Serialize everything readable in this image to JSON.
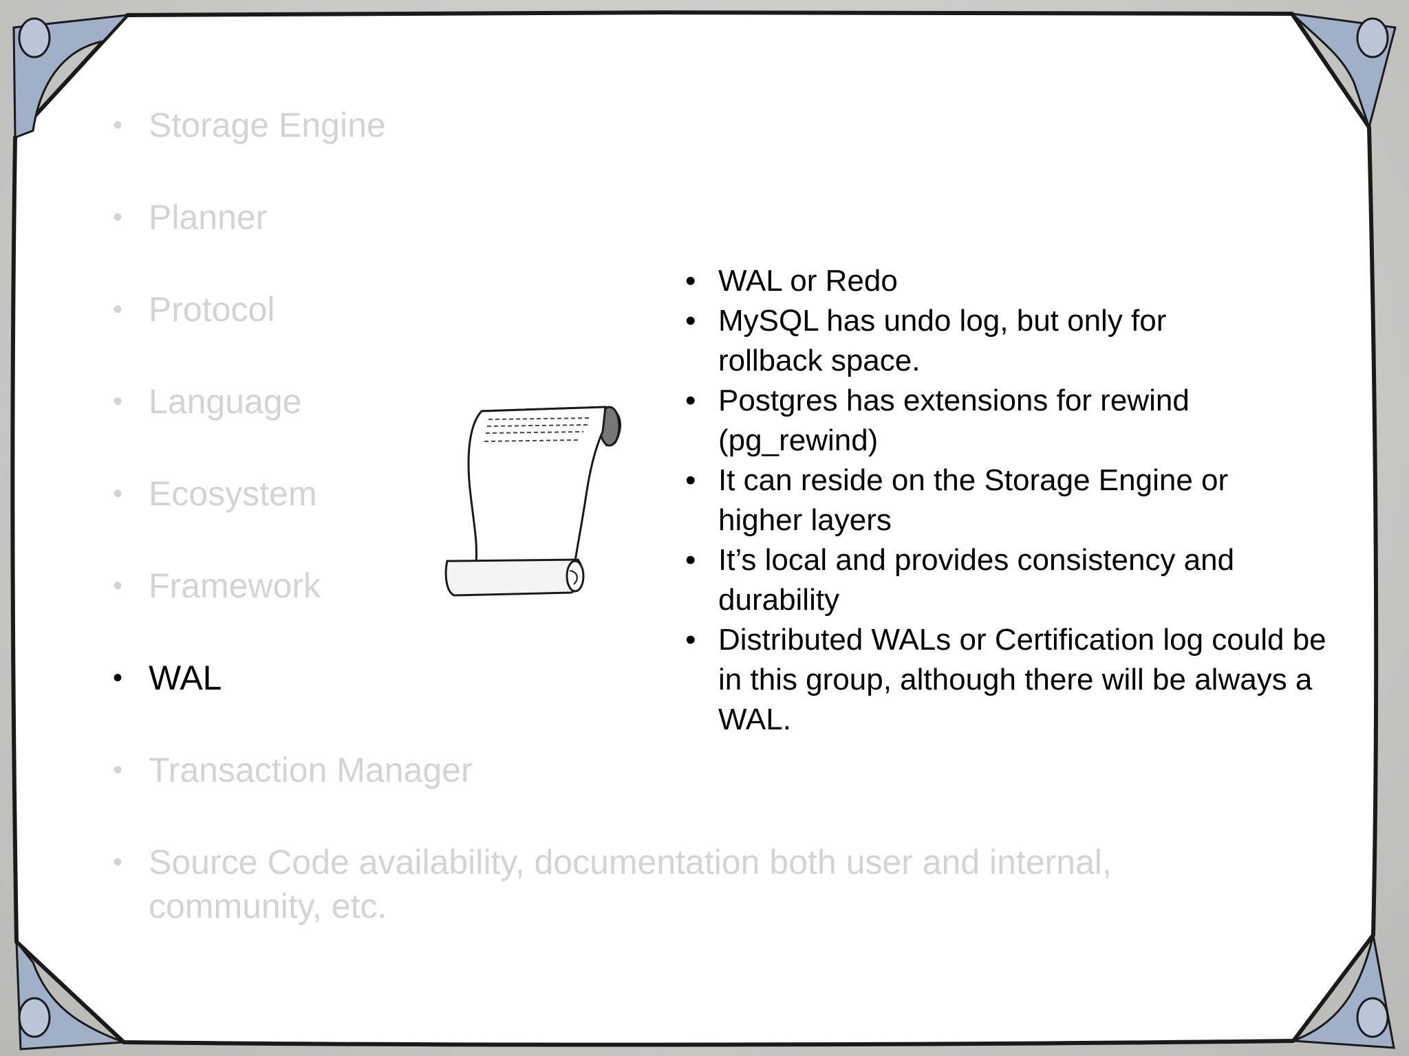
{
  "outline": {
    "items": [
      {
        "label": "Storage Engine",
        "state": "dimmed"
      },
      {
        "label": "Planner",
        "state": "dimmed"
      },
      {
        "label": "Protocol",
        "state": "dimmed"
      },
      {
        "label": "Language",
        "state": "dimmed"
      },
      {
        "label": "Ecosystem",
        "state": "dimmed"
      },
      {
        "label": "Framework",
        "state": "dimmed"
      },
      {
        "label": "WAL",
        "state": "active"
      },
      {
        "label": "Transaction Manager",
        "state": "dimmed"
      },
      {
        "label": "Source Code availability, documentation both user and internal, community, etc.",
        "state": "dimmed"
      }
    ]
  },
  "details": {
    "items": [
      {
        "text": "WAL or Redo"
      },
      {
        "text": "MySQL has undo log, but only for rollback space."
      },
      {
        "text": "Postgres has extensions for rewind (pg_rewind)"
      },
      {
        "text": "It can reside on the Storage Engine or higher layers"
      },
      {
        "text": "It’s local and provides consistency and durability"
      },
      {
        "text": "Distributed WALs or Certification log could be in this group, although there will be always a WAL."
      }
    ]
  },
  "icons": {
    "scroll": "scroll-icon",
    "bullet": "•"
  },
  "colors": {
    "active_text": "#000000",
    "dimmed_text": "#d3d3d3",
    "slide_background": "#ffffff",
    "frame_border": "#1a1a1a",
    "corner_accent": "#8a9bb5"
  }
}
